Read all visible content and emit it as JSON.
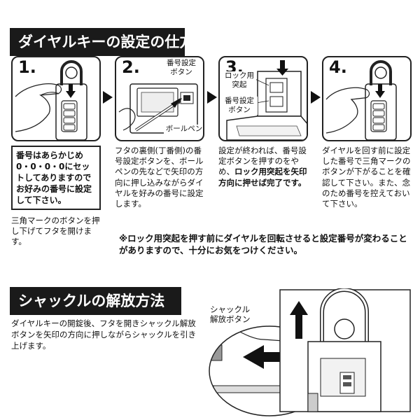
{
  "titles": {
    "setup": "ダイヤルキーの設定の仕方",
    "release": "シャックルの解放方法"
  },
  "steps": [
    {
      "num": "1.",
      "boxed_text": "番号はあらかじめ 0・0・0・0にセットしてありますのでお好みの番号に設定して下さい。",
      "text": "三角マークのボタンを押し下げてフタを開けます。"
    },
    {
      "num": "2.",
      "label_button": "番号設定\nボタン",
      "label_pen": "ボールペン",
      "text": "フタの裏側(丁番側)の番号設定ボタンを、ボールペンの先などで矢印の方向に押し込みながらダイヤルを好みの番号に設定します。"
    },
    {
      "num": "3.",
      "label_lock": "ロック用\n突起",
      "label_button": "番号設定\nボタン",
      "text_plain_1": "設定が終われば、番号設定ボタンを押すのをやめ、",
      "text_bold": "ロック用突起を矢印方向に押せば完了です。"
    },
    {
      "num": "4.",
      "text": "ダイヤルを回す前に設定した番号で三角マークのボタンが下がることを確認して下さい。また、念のため番号を控えておいて下さい。"
    }
  ],
  "caution": "※ロック用突起を押す前にダイヤルを回転させると設定番号が変わることがありますので、十分にお気をつけください。",
  "release": {
    "text": "ダイヤルキーの開錠後、フタを開きシャックル解放ボタンを矢印の方向に押しながらシャックルを引き上げます。",
    "callout": "シャックル\n解放ボタン"
  },
  "colors": {
    "ink": "#111111",
    "title_bg": "#1a1a1a",
    "title_fg": "#ffffff"
  }
}
